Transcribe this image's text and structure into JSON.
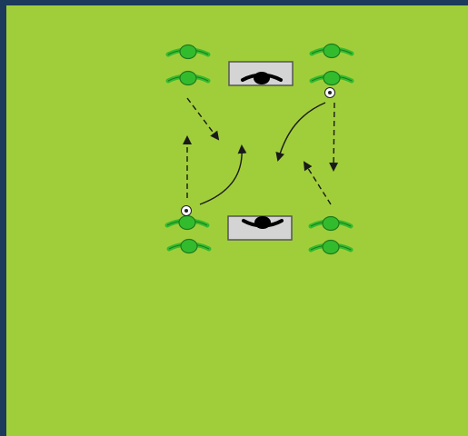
{
  "colors": {
    "pitch": "#a0ce3a",
    "frame": "#1b3a5c",
    "player": "#33bb2e",
    "player_outline": "#1f7a1c",
    "goal_fill": "#d4d4d4",
    "goal_stroke": "#555555",
    "goalkeeper": "#000000",
    "arrow": "#1a1a1a",
    "ball": "#ffffff"
  },
  "icons": {
    "player": "player-icon",
    "goalkeeper": "goalkeeper-icon",
    "goal": "goal-icon",
    "ball": "soccer-ball-icon"
  },
  "drill": {
    "goals": 2,
    "goalkeepers": 2,
    "outfield_players": 8,
    "balls": 2,
    "movement_arrows": 4,
    "pass_arrows": 2
  }
}
